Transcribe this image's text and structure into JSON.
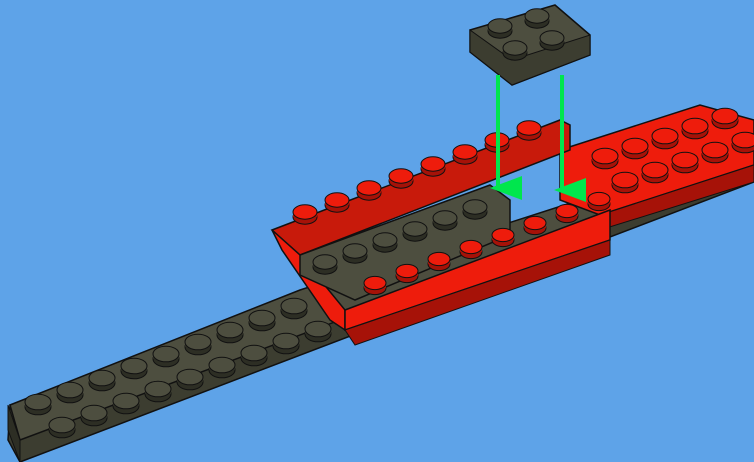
{
  "scene": {
    "background": "#5ea3e8",
    "step_type": "assembly-step",
    "new_part": {
      "name": "plate-2x2",
      "color_name": "dark-gray",
      "color": "#4d4e3f",
      "studs": "2x2"
    },
    "placement_arrows": {
      "count": 2,
      "color": "#00e64d",
      "direction": "down"
    },
    "assembly": {
      "base_plate": {
        "name": "long-dark-gray-plate",
        "color": "#4d4e3f"
      },
      "red_frame": {
        "name": "red-angled-wall-assembly",
        "color": "#ee1c0c"
      },
      "red_plate": {
        "name": "red-plate",
        "color": "#ee1c0c"
      },
      "inner_plates": {
        "name": "dark-gray-inner-plates",
        "color": "#4d4e3f"
      }
    }
  }
}
